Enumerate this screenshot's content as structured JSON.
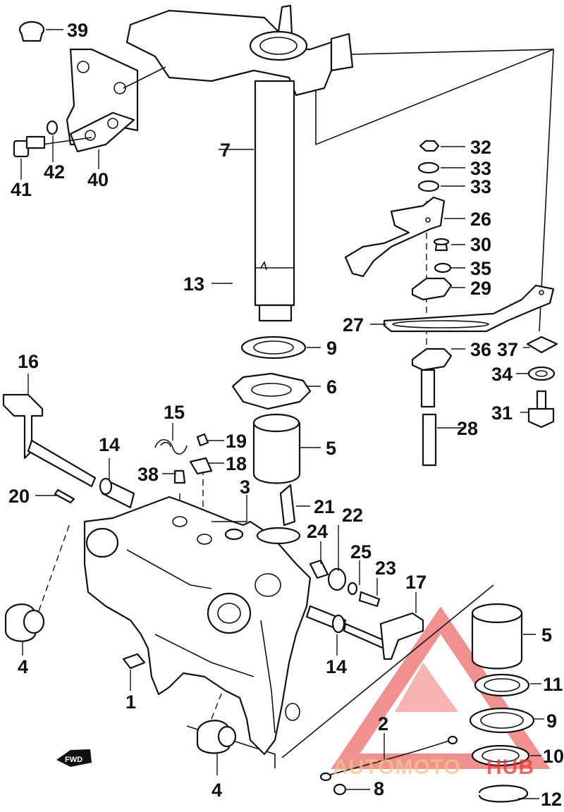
{
  "diagram": {
    "callouts": [
      "39",
      "7",
      "40",
      "41",
      "42",
      "32",
      "33",
      "33",
      "26",
      "30",
      "35",
      "13",
      "29",
      "27",
      "36",
      "37",
      "9",
      "34",
      "6",
      "31",
      "16",
      "15",
      "19",
      "28",
      "14",
      "5",
      "18",
      "38",
      "20",
      "3",
      "21",
      "22",
      "24",
      "25",
      "23",
      "17",
      "4",
      "5",
      "14",
      "11",
      "1",
      "9",
      "2",
      "10",
      "4",
      "8",
      "12"
    ],
    "forward_marker": "FWD",
    "colors": {
      "ink": "#111111",
      "paper": "#ffffff",
      "watermark_red": "#e53935",
      "watermark_gold": "#f3c58a"
    }
  },
  "watermark": {
    "brand_a": "AUTOMOTO",
    "brand_b": "HUB"
  }
}
